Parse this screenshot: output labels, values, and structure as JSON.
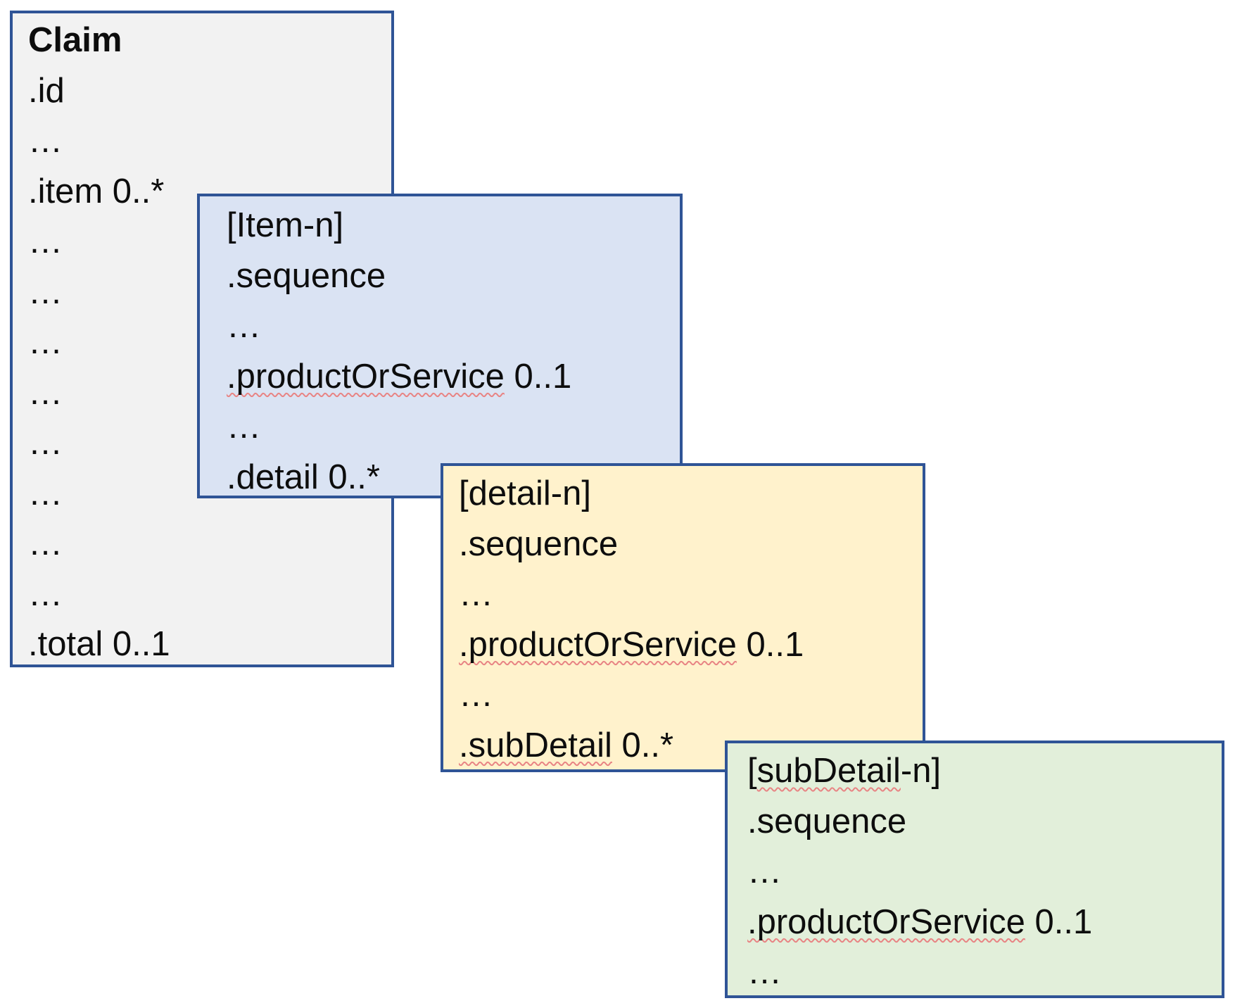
{
  "colors": {
    "border": "#2f5496",
    "claim_fill": "#f2f2f2",
    "item_fill": "#dae3f3",
    "detail_fill": "#fff2cc",
    "subdetail_fill": "#e2efda",
    "spellcheck_underline": "#e88484",
    "text": "#0d0d0d"
  },
  "claim_box": {
    "title": "Claim",
    "rows": [
      ".id",
      "…",
      ".item 0..*",
      "…",
      "…",
      "…",
      "…",
      "…",
      "…",
      "…",
      "…",
      ".total 0..1"
    ]
  },
  "item_box": {
    "title": "[Item-n]",
    "row_sequence": ".sequence",
    "row_ellipsis_1": "…",
    "row_product_misspelled": ".productOrService",
    "row_product_rest": " 0..1",
    "row_ellipsis_2": "…",
    "row_detail": ".detail 0..*"
  },
  "detail_box": {
    "title": "[detail-n]",
    "row_sequence": ".sequence",
    "row_ellipsis_1": "…",
    "row_product_misspelled": ".productOrService",
    "row_product_rest": " 0..1",
    "row_ellipsis_2": "…",
    "row_subdetail_misspelled": ".subDetail",
    "row_subdetail_rest": " 0..*"
  },
  "subdetail_box": {
    "title_open_bracket": "[",
    "title_misspelled": "subDetail",
    "title_rest": "-n]",
    "row_sequence": ".sequence",
    "row_ellipsis_1": "…",
    "row_product_misspelled": ".productOrService",
    "row_product_rest": " 0..1",
    "row_ellipsis_2": "…"
  }
}
